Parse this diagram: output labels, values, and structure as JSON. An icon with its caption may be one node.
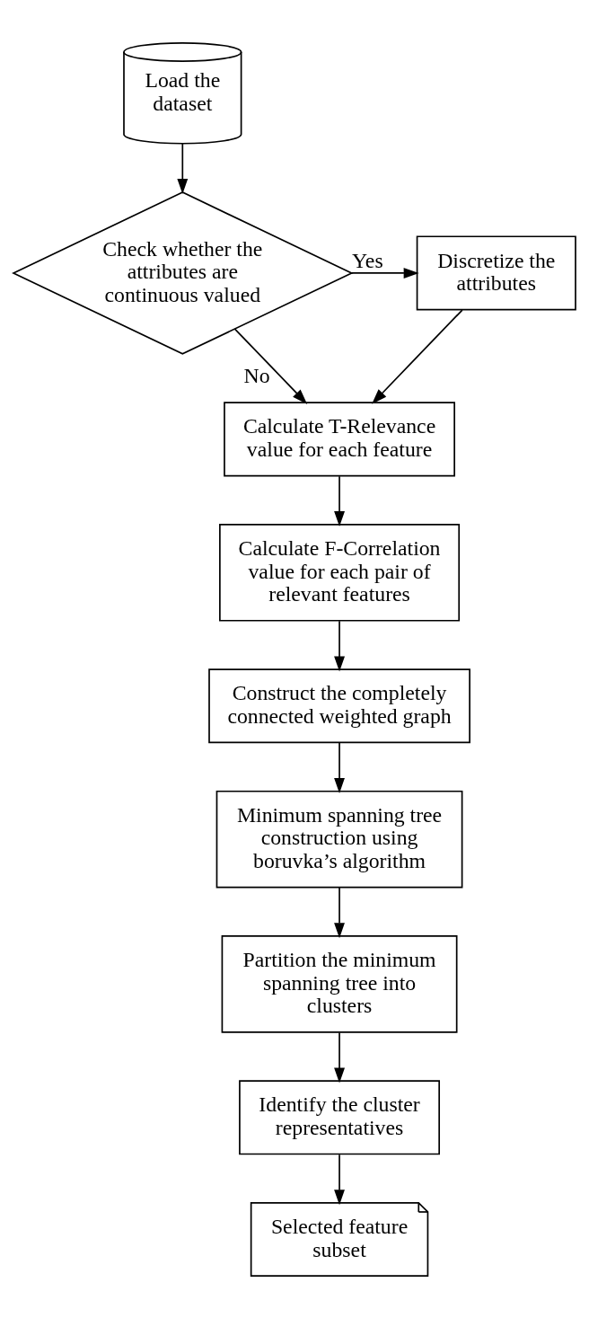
{
  "diagram": {
    "nodes": [
      {
        "text": [
          "Load the dataset"
        ]
      },
      {
        "text": [
          "Check whether the attributes are continuous valued"
        ]
      },
      {
        "text": [
          "Discretize the attributes"
        ]
      },
      {
        "text": [
          "Calculate T-Relevance value for each feature"
        ]
      },
      {
        "text": [
          "Calculate F-Correlation value for each pair of relevant features"
        ]
      },
      {
        "text": [
          "Construct the completely connected weighted graph"
        ]
      },
      {
        "text": [
          "Minimum spanning tree construction using boruvka’s algorithm"
        ]
      },
      {
        "text": [
          "Partition the minimum spanning tree into clusters"
        ]
      },
      {
        "text": [
          "Identify the cluster representatives"
        ]
      },
      {
        "text": [
          "Selected feature subset"
        ]
      }
    ],
    "edges": [
      {
        "from": 0,
        "to": 1,
        "arrow": "to"
      },
      {
        "from": 1,
        "to": 2,
        "arrow": "to",
        "label": "Yes"
      },
      {
        "from": 1,
        "to": 3,
        "arrow": "to",
        "label": "No"
      },
      {
        "from": 2,
        "to": 3,
        "arrow": "to"
      },
      {
        "from": 3,
        "to": 4,
        "arrow": "to"
      },
      {
        "from": 4,
        "to": 5,
        "arrow": "to"
      },
      {
        "from": 5,
        "to": 6,
        "arrow": "to"
      },
      {
        "from": 6,
        "to": 7,
        "arrow": "to"
      },
      {
        "from": 7,
        "to": 8,
        "arrow": "to"
      },
      {
        "from": 8,
        "to": 9,
        "arrow": "to"
      }
    ]
  }
}
